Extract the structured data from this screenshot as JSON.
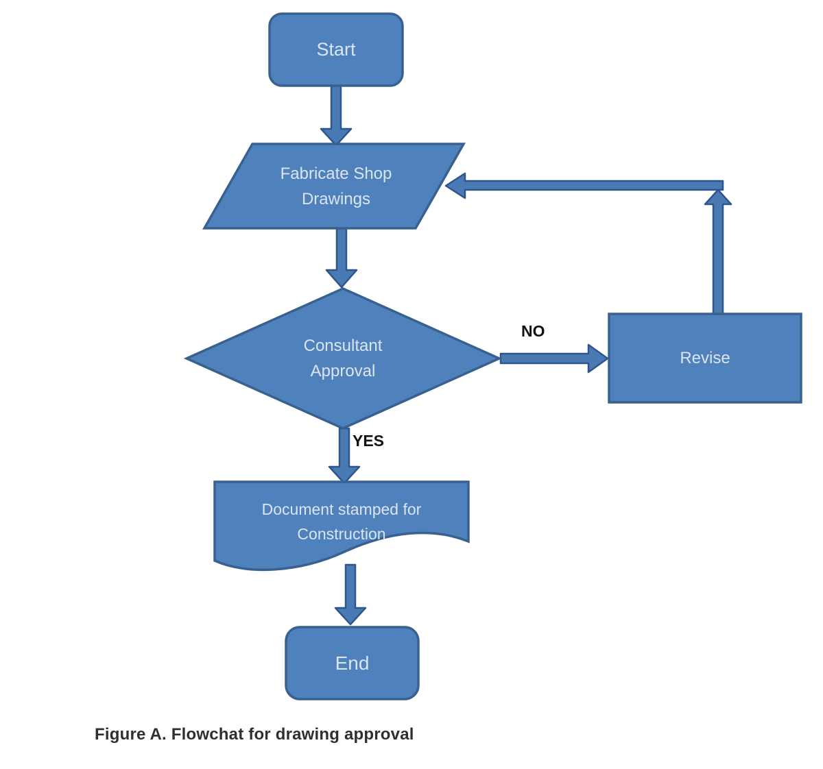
{
  "figure": {
    "caption": "Figure A. Flowchat for drawing approval"
  },
  "flowchart": {
    "nodes": [
      {
        "id": "start",
        "type": "terminator",
        "label": "Start"
      },
      {
        "id": "fabricate",
        "type": "parallelogram",
        "label": "Fabricate Shop\nDrawings"
      },
      {
        "id": "decision",
        "type": "diamond",
        "label": "Consultant\nApproval"
      },
      {
        "id": "revise",
        "type": "rectangle",
        "label": "Revise"
      },
      {
        "id": "document",
        "type": "document",
        "label": "Document stamped for\nConstruction"
      },
      {
        "id": "end",
        "type": "terminator",
        "label": "End"
      }
    ],
    "edge_labels": {
      "no": "NO",
      "yes": "YES"
    }
  },
  "colors": {
    "node_fill": "#4f81bd",
    "node_stroke": "#38618f",
    "connector_fill": "#4a7ab3",
    "connector_stroke": "#2e558c",
    "node_text": "#dbe5f1",
    "edge_label_text": "#111111",
    "caption_text": "#2f2f2f",
    "page_bg": "#ffffff"
  }
}
